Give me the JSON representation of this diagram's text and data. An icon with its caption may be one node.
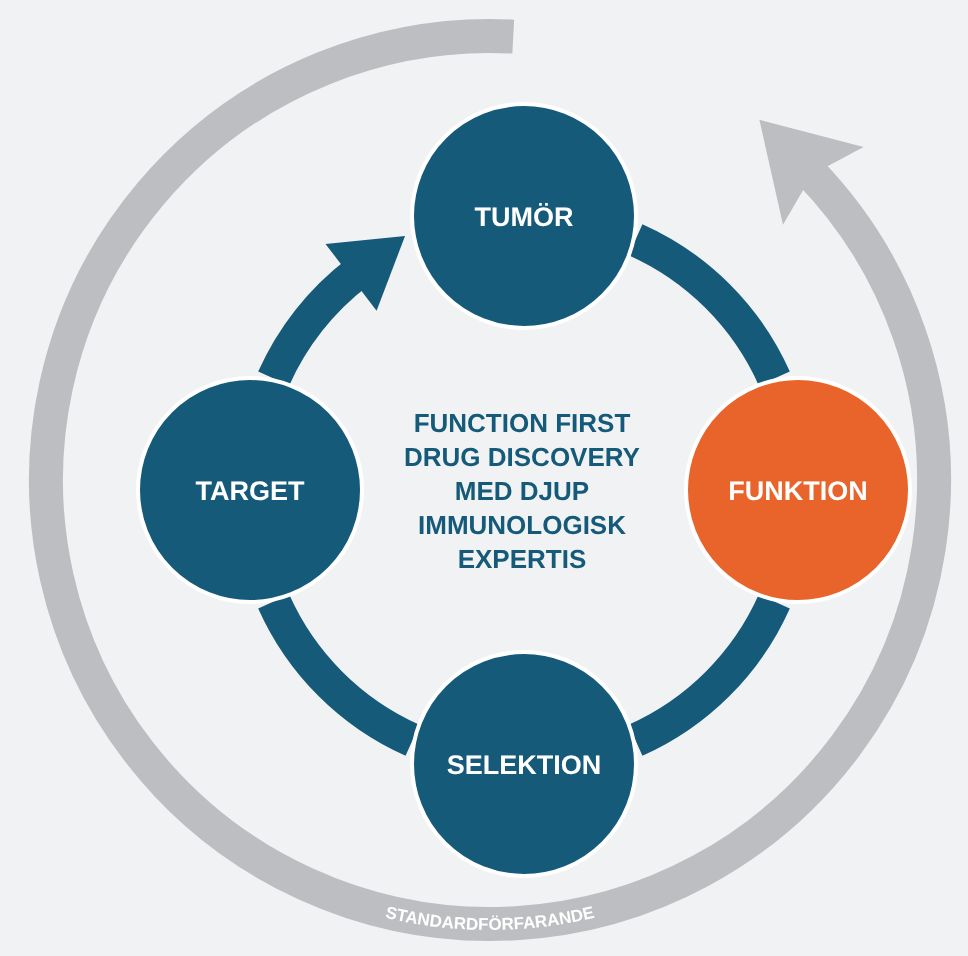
{
  "diagram": {
    "nodes": [
      {
        "text": [
          "TUMÖR"
        ]
      },
      {
        "text": [
          "FUNKTION"
        ]
      },
      {
        "text": [
          "SELEKTION"
        ]
      },
      {
        "text": [
          "TARGET"
        ]
      }
    ],
    "edges": [
      {
        "from": 0,
        "to": 1,
        "arrow": "none"
      },
      {
        "from": 1,
        "to": 2,
        "arrow": "none"
      },
      {
        "from": 2,
        "to": 3,
        "arrow": "none"
      },
      {
        "from": 3,
        "to": 0,
        "arrow": "to"
      }
    ],
    "labels": [
      "FUNCTION FIRST DRUG DISCOVERY MED DJUP IMMUNOLOGISK EXPERTIS",
      "STANDARDFÖRFARANDE"
    ]
  }
}
